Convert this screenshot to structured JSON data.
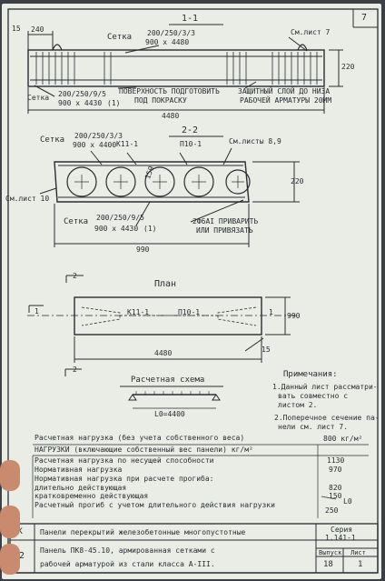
{
  "sheet": {
    "number": "7"
  },
  "section_a": {
    "title": "1-1",
    "setka_top": "Сетка",
    "setka_top_spec": "200/250/3/3",
    "setka_top_size": "900 x 4480",
    "see_sheet_7": "См.лист 7",
    "left_offset": "15",
    "dim_240": "240",
    "setka_left": "Сетка",
    "setka_left_spec": "200/250/9/5",
    "setka_left_size": "900 x 4430",
    "setka_left_note": "(1)",
    "surface_note_1": "ПОВЕРХНОСТЬ ПОДГОТОВИТЬ",
    "surface_note_2": "ПОД ПОКРАСКУ",
    "cover_note_1": "ЗАЩИТНЫЙ СЛОЙ ДО НИЗА",
    "cover_note_2": "РАБОЧЕЙ АРМАТУРЫ 20ММ",
    "height": "220",
    "length": "4480"
  },
  "section_b": {
    "title": "2-2",
    "setka_top": "Сетка",
    "setka_top_spec": "200/250/3/3",
    "setka_top_size": "900 x 4400",
    "k11": "К11-1",
    "p10": "П10-1",
    "see_sheets": "См.листы 8,9",
    "see_sheet_10": "См.лист 10",
    "dia": "159",
    "setka_bottom": "Сетка",
    "setka_bottom_spec": "200/250/9/5",
    "setka_bottom_size": "900 x 4430",
    "setka_bottom_note": "(1)",
    "weld_1": "2Ф6АI ПРИВАРИТЬ",
    "weld_2": "ИЛИ ПРИВЯЗАТЬ",
    "height": "220",
    "width": "990"
  },
  "plan": {
    "title": "План",
    "k11": "К11-1",
    "p10": "П10-1",
    "mark_1": "1",
    "mark_2": "2",
    "width": "990",
    "length": "4480",
    "dim_15": "15"
  },
  "scheme": {
    "title": "Расчетная схема",
    "l0": "L0=4400"
  },
  "notes": {
    "title": "Примечания:",
    "n1_a": "1.Данный лист рассматри-",
    "n1_b": "вать совместно с",
    "n1_c": "листом 2.",
    "n2_a": "2.Поперечное сечение па-",
    "n2_b": "нели см. лист 7."
  },
  "loads": {
    "row1_label": "Расчетная нагрузка (без учета собственного веса)",
    "row1_value": "800 кг/м²",
    "row2_label": "НАГРУЗКИ (включающие собственный вес панели) кг/м²",
    "row3_label": "Расчетная нагрузка по несущей способности",
    "row3_value": "1130",
    "row4_label": "Нормативная нагрузка",
    "row4_value": "970",
    "row5_label": "Нормативная нагрузка при расчете прогиба:",
    "row6_label": "длительно действующая",
    "row6_value": "820",
    "row7_label": "кратковременно действующая",
    "row7_value": "150",
    "row8_label": "Расчетный прогиб с учетом длительного действия нагрузки",
    "row8_value_a": "L0",
    "row8_value_b": "250"
  },
  "title_block": {
    "code_top": "7K",
    "row1": "Панели перекрытий железобетонные многопустотные",
    "code_bottom": "72",
    "row2": "Панель ПК8-45.10, армированная сетками с",
    "row3": "рабочей арматурой из стали класса А-III.",
    "series_label": "Серия",
    "series_value": "1.141-1",
    "issue_label": "Выпуск",
    "issue_value": "18",
    "sheet_label": "Лист",
    "sheet_value": "1"
  },
  "colors": {
    "paper": "#e9ede6",
    "ink": "#2a2c30",
    "background": "#3c3f43"
  }
}
